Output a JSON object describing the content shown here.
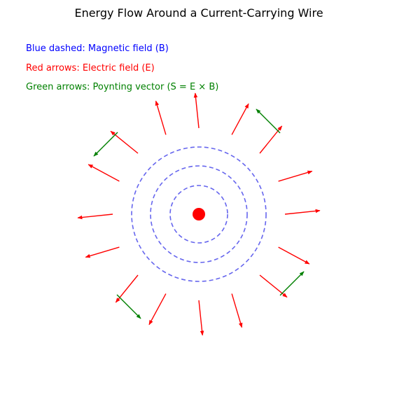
{
  "title": "Energy Flow Around a Current-Carrying Wire",
  "legend": [
    {
      "text": "Blue dashed: Magnetic field (B)",
      "color": "#0000ff"
    },
    {
      "text": "Red arrows: Electric field (E)",
      "color": "#ff0000"
    },
    {
      "text": "Green arrows: Poynting vector (S = E × B)",
      "color": "#008000"
    }
  ],
  "colors": {
    "wire": "#ff0000",
    "magnetic_field": "#6666ee",
    "electric_field": "#ff0000",
    "poynting": "#008000"
  },
  "diagram": {
    "magnetic_field_loops": 3,
    "electric_field_arrows": 16,
    "poynting_arrows": 4
  }
}
